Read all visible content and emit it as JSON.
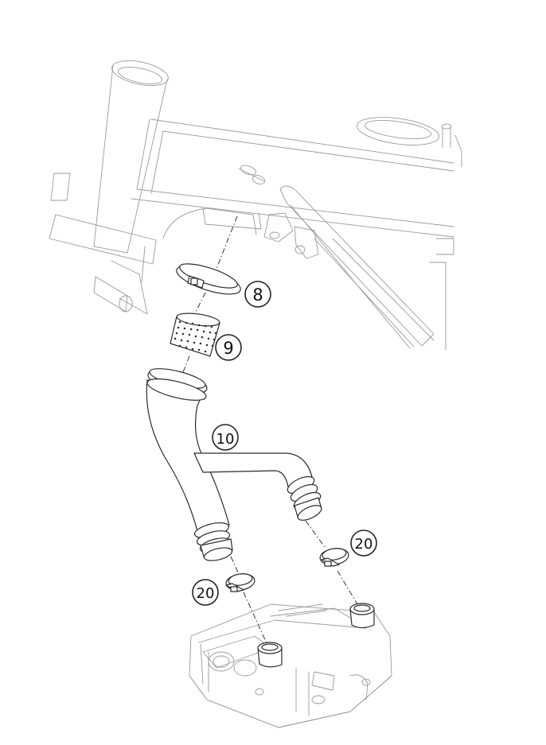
{
  "callouts": {
    "clamp_top": "8",
    "filter_screen": "9",
    "intake_hose": "10",
    "clamp_right": "20",
    "clamp_left": "20"
  }
}
